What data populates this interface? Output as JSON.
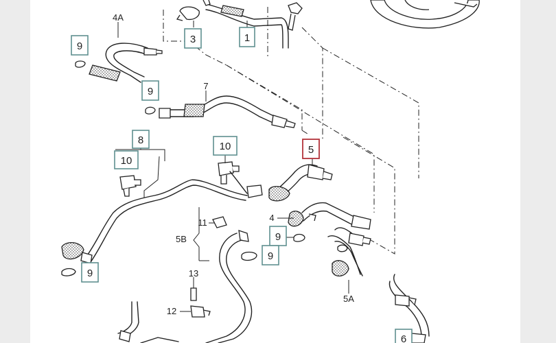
{
  "diagram": {
    "title": "Brake booster / vacuum hose exploded parts diagram",
    "highlight_color": "#b3333a",
    "box_color": "#5f8f8f"
  },
  "callouts": {
    "c1": "1",
    "c3": "3",
    "c9a": "9",
    "c9b": "9",
    "c8": "8",
    "c10a": "10",
    "c10b": "10",
    "c5": "5",
    "c9c": "9",
    "c9d": "9",
    "c9e": "9",
    "c6": "6"
  },
  "labels": {
    "l4A": "4A",
    "l7": "7",
    "l11": "11",
    "l5B": "5B",
    "l4": "4",
    "l13": "13",
    "l12": "12",
    "l5A": "5A"
  }
}
